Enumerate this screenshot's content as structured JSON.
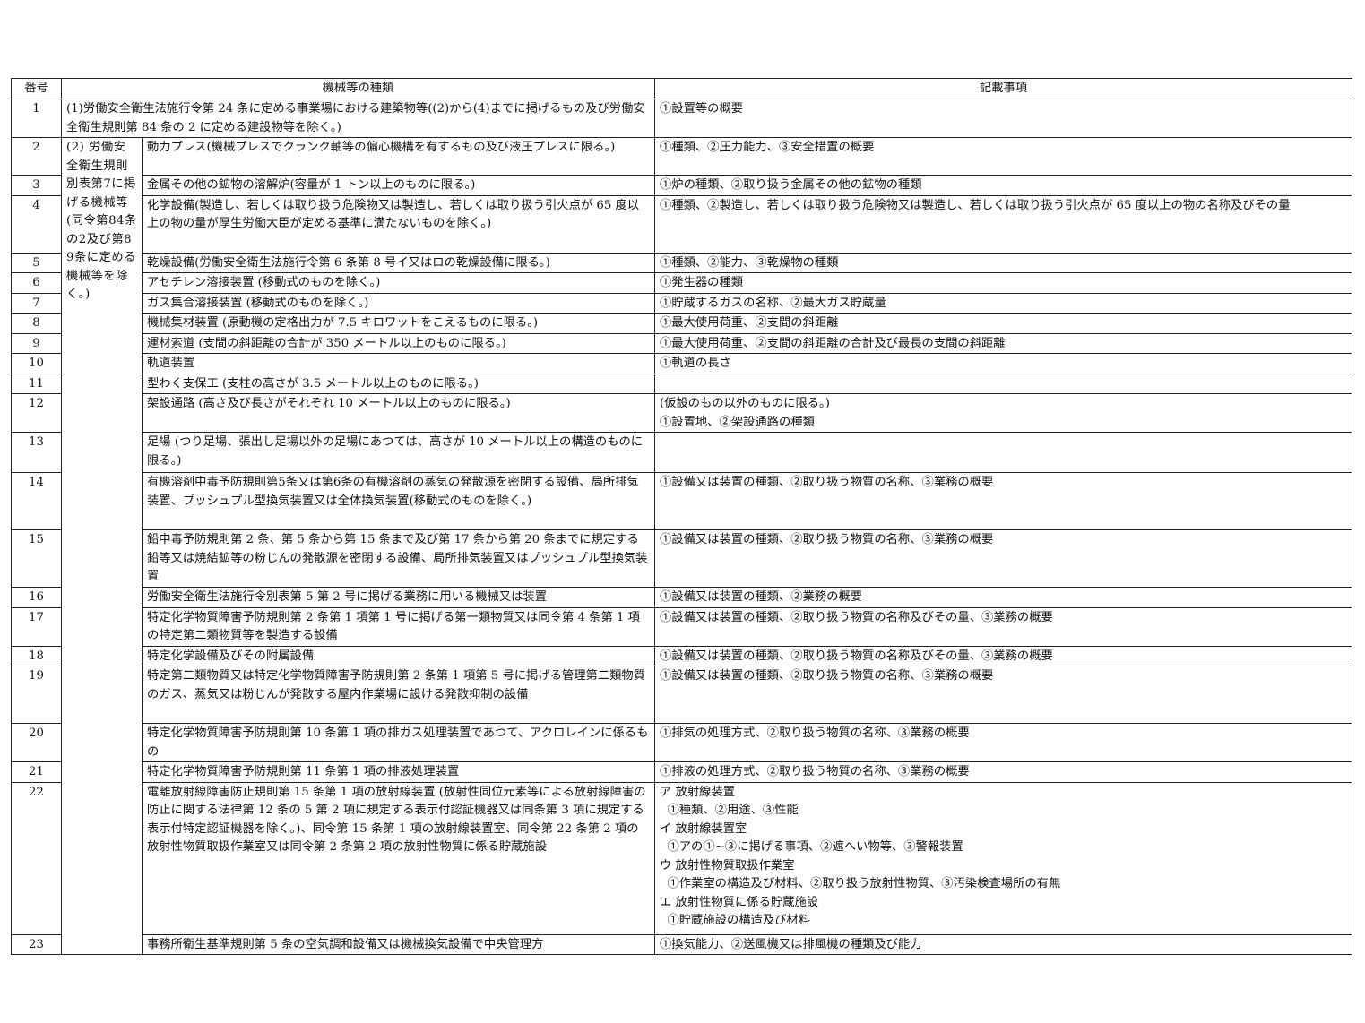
{
  "header": {
    "col_no": "番号",
    "col_type": "機械等の種類",
    "col_items": "記載事項"
  },
  "category": "(2) 労働安全衛生規則別表第7に掲げる機械等(同令第84条の2及び第89条に定める機械等を除く。)",
  "rows": [
    {
      "no": "1",
      "type": "(1)労働安全衛生法施行令第 24 条に定める事業場における建築物等((2)から(4)までに掲げるもの及び労働安全衛生規則第 84 条の 2 に定める建設物等を除く。)",
      "items": [
        "①設置等の概要"
      ]
    },
    {
      "no": "2",
      "type": "動力プレス(機械プレスでクランク軸等の偏心機構を有するもの及び液圧プレスに限る。)",
      "items": [
        "①種類、②圧力能力、③安全措置の概要"
      ]
    },
    {
      "no": "3",
      "type": "金属その他の鉱物の溶解炉(容量が 1 トン以上のものに限る。)",
      "items": [
        "①炉の種類、②取り扱う金属その他の鉱物の種類"
      ]
    },
    {
      "no": "4",
      "type": "化学設備(製造し、若しくは取り扱う危険物又は製造し、若しくは取り扱う引火点が 65 度以上の物の量が厚生労働大臣が定める基準に満たないものを除く。)",
      "items": [
        "①種類、②製造し、若しくは取り扱う危険物又は製造し、若しくは取り扱う引火点が 65 度以上の物の名称及びその量"
      ]
    },
    {
      "no": "5",
      "type": "乾燥設備(労働安全衛生法施行令第 6 条第 8 号イ又はロの乾燥設備に限る。)",
      "items": [
        "①種類、②能力、③乾燥物の種類"
      ]
    },
    {
      "no": "6",
      "type": "アセチレン溶接装置 (移動式のものを除く。)",
      "items": [
        "①発生器の種類"
      ]
    },
    {
      "no": "7",
      "type": "ガス集合溶接装置 (移動式のものを除く。)",
      "items": [
        "①貯蔵するガスの名称、②最大ガス貯蔵量"
      ]
    },
    {
      "no": "8",
      "type": "機械集材装置 (原動機の定格出力が 7.5 キロワットをこえるものに限る。)",
      "items": [
        "①最大使用荷重、②支間の斜距離"
      ]
    },
    {
      "no": "9",
      "type": "運材索道 (支間の斜距離の合計が 350 メートル以上のものに限る。)",
      "items": [
        "①最大使用荷重、②支間の斜距離の合計及び最長の支間の斜距離"
      ]
    },
    {
      "no": "10",
      "type": "軌道装置",
      "items": [
        "①軌道の長さ"
      ]
    },
    {
      "no": "11",
      "type": "型わく支保工 (支柱の高さが 3.5 メートル以上のものに限る。)",
      "items": []
    },
    {
      "no": "12",
      "type": "架設通路 (高さ及び長さがそれぞれ 10 メートル以上のものに限る。)",
      "items": [
        "(仮設のもの以外のものに限る。)",
        "①設置地、②架設通路の種類"
      ]
    },
    {
      "no": "13",
      "type": "足場 (つり足場、張出し足場以外の足場にあつては、高さが 10 メートル以上の構造のものに限る。)",
      "items": []
    },
    {
      "no": "14",
      "type": "有機溶剤中毒予防規則第5条又は第6条の有機溶剤の蒸気の発散源を密閉する設備、局所排気装置、プッシュプル型換気装置又は全体換気装置(移動式のものを除く。)",
      "items": [
        "①設備又は装置の種類、②取り扱う物質の名称、③業務の概要"
      ]
    },
    {
      "no": "15",
      "type": "鉛中毒予防規則第 2 条、第 5 条から第 15 条まで及び第 17 条から第 20 条までに規定する鉛等又は焼結鉱等の粉じんの発散源を密閉する設備、局所排気装置又はプッシュプル型換気装置",
      "items": [
        "①設備又は装置の種類、②取り扱う物質の名称、③業務の概要"
      ]
    },
    {
      "no": "16",
      "type": "労働安全衛生法施行令別表第 5 第 2 号に掲げる業務に用いる機械又は装置",
      "items": [
        "①設備又は装置の種類、②業務の概要"
      ]
    },
    {
      "no": "17",
      "type": "特定化学物質障害予防規則第 2 条第 1 項第 1 号に掲げる第一類物質又は同令第 4 条第 1 項の特定第二類物質等を製造する設備",
      "items": [
        "①設備又は装置の種類、②取り扱う物質の名称及びその量、③業務の概要"
      ]
    },
    {
      "no": "18",
      "type": "特定化学設備及びその附属設備",
      "items": [
        "①設備又は装置の種類、②取り扱う物質の名称及びその量、③業務の概要"
      ]
    },
    {
      "no": "19",
      "type": "特定第二類物質又は特定化学物質障害予防規則第 2 条第 1 項第 5 号に掲げる管理第二類物質のガス、蒸気又は粉じんが発散する屋内作業場に設ける発散抑制の設備",
      "items": [
        "①設備又は装置の種類、②取り扱う物質の名称、③業務の概要"
      ]
    },
    {
      "no": "20",
      "type": "特定化学物質障害予防規則第 10 条第 1 項の排ガス処理装置であつて、アクロレインに係るもの",
      "items": [
        "①排気の処理方式、②取り扱う物質の名称、③業務の概要"
      ]
    },
    {
      "no": "21",
      "type": "特定化学物質障害予防規則第 11 条第 1 項の排液処理装置",
      "items": [
        "①排液の処理方式、②取り扱う物質の名称、③業務の概要"
      ]
    },
    {
      "no": "22",
      "type": "電離放射線障害防止規則第 15 条第 1 項の放射線装置 (放射性同位元素等による放射線障害の防止に関する法律第 12 条の 5 第 2 項に規定する表示付認証機器又は同条第 3 項に規定する表示付特定認証機器を除く。)、同令第 15 条第 1 項の放射線装置室、同令第 22 条第 2 項の放射性物質取扱作業室又は同令第 2 条第 2 項の放射性物質に係る貯蔵施設",
      "items": [
        "ア 放射線装置",
        "  ①種類、②用途、③性能",
        "イ 放射線装置室",
        "  ①アの①~③に掲げる事項、②遮へい物等、③警報装置",
        "ウ 放射性物質取扱作業室",
        "  ①作業室の構造及び材料、②取り扱う放射性物質、③汚染検査場所の有無",
        "エ 放射性物質に係る貯蔵施設",
        "  ①貯蔵施設の構造及び材料"
      ]
    },
    {
      "no": "23",
      "type": "事務所衛生基準規則第 5 条の空気調和設備又は機械換気設備で中央管理方",
      "items": [
        "①換気能力、②送風機又は排風機の種類及び能力"
      ]
    }
  ]
}
